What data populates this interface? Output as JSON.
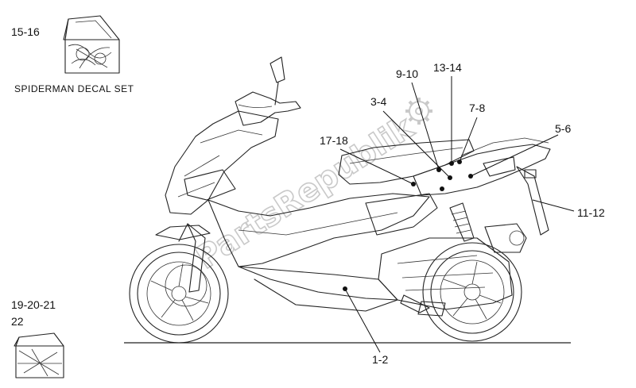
{
  "callouts": {
    "c1": "15-16",
    "c2": "9-10",
    "c3": "13-14",
    "c4": "3-4",
    "c5": "7-8",
    "c6": "5-6",
    "c7": "17-18",
    "c8": "11-12",
    "c9": "19-20-21",
    "c10": "22",
    "c11": "1-2"
  },
  "decal_set_label": "SPIDERMAN DECAL SET",
  "watermark": "PartsRepublik"
}
